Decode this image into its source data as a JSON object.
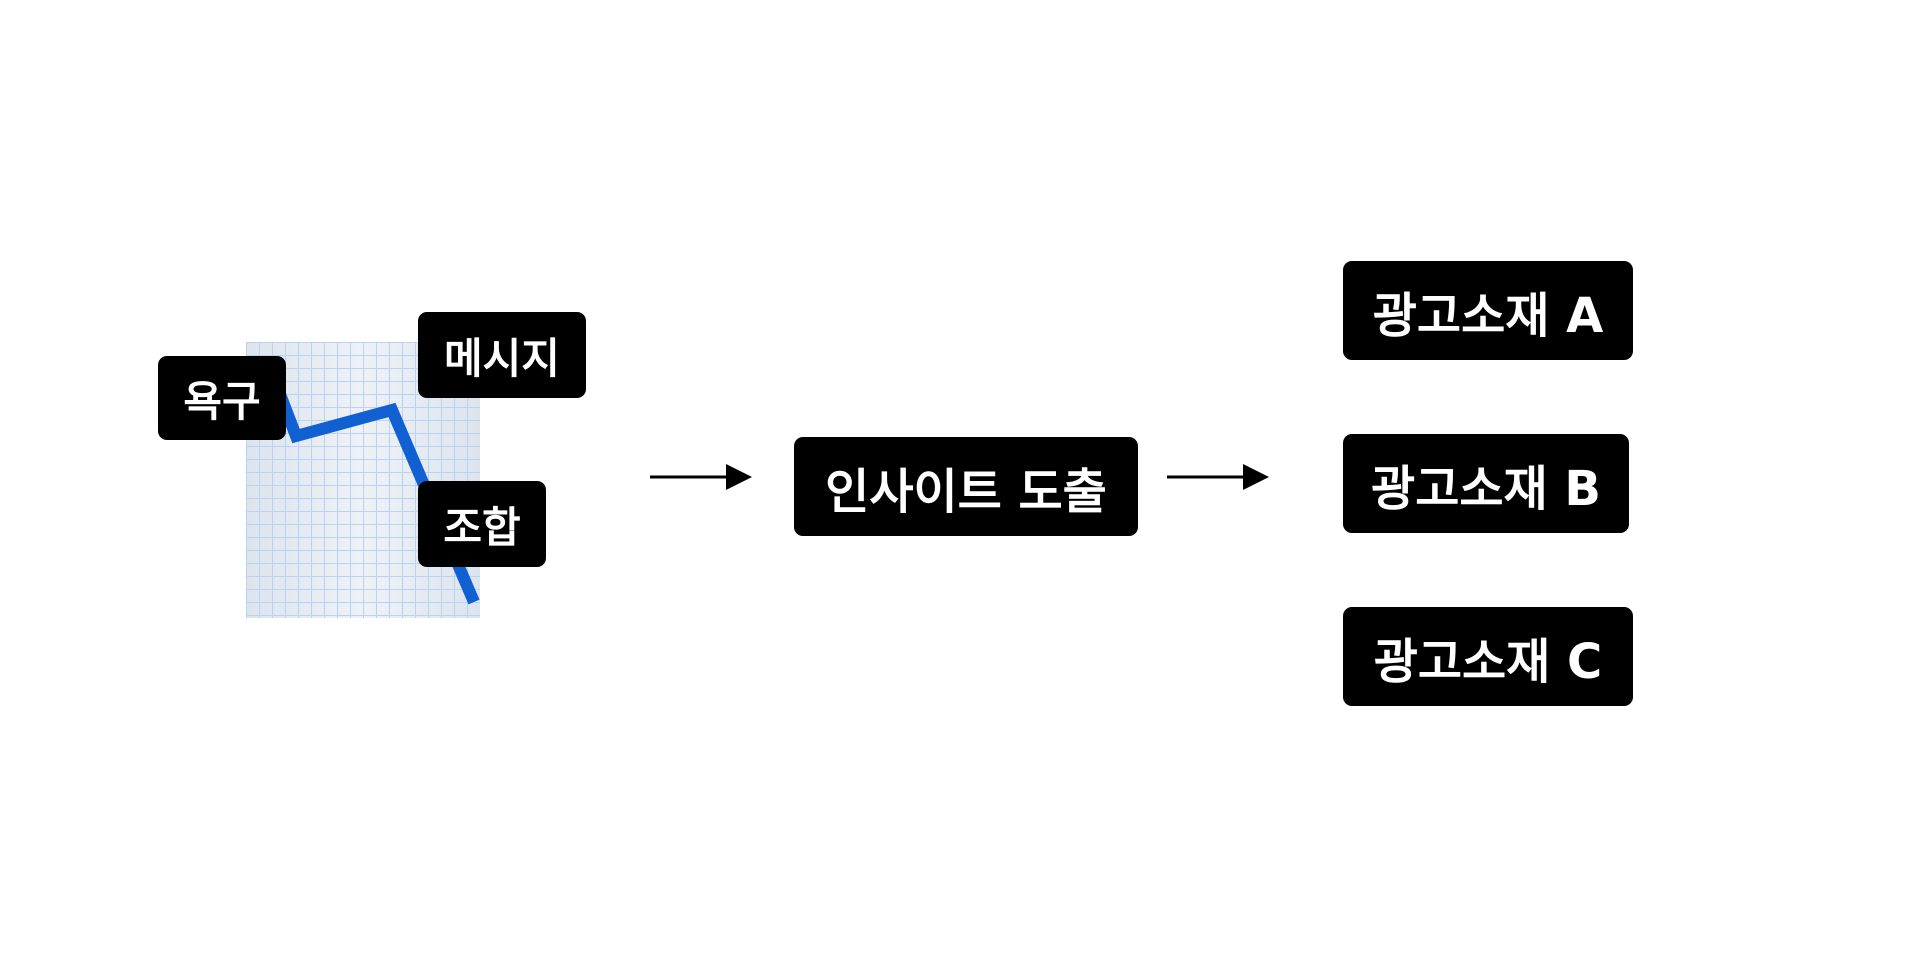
{
  "tags": {
    "need": "욕구",
    "message": "메시지",
    "combination": "조합"
  },
  "center_box": "인사이트 도출",
  "outputs": [
    "광고소재 A",
    "광고소재 B",
    "광고소재 C"
  ],
  "colors": {
    "box": "#000000",
    "text": "#ffffff",
    "chart_line": "#1160d2",
    "grid": "#b9d3f0",
    "chart_bg": "#e4eaf2"
  },
  "icons": {
    "chart": "chart-decreasing-icon",
    "arrow": "right-arrow-icon"
  }
}
